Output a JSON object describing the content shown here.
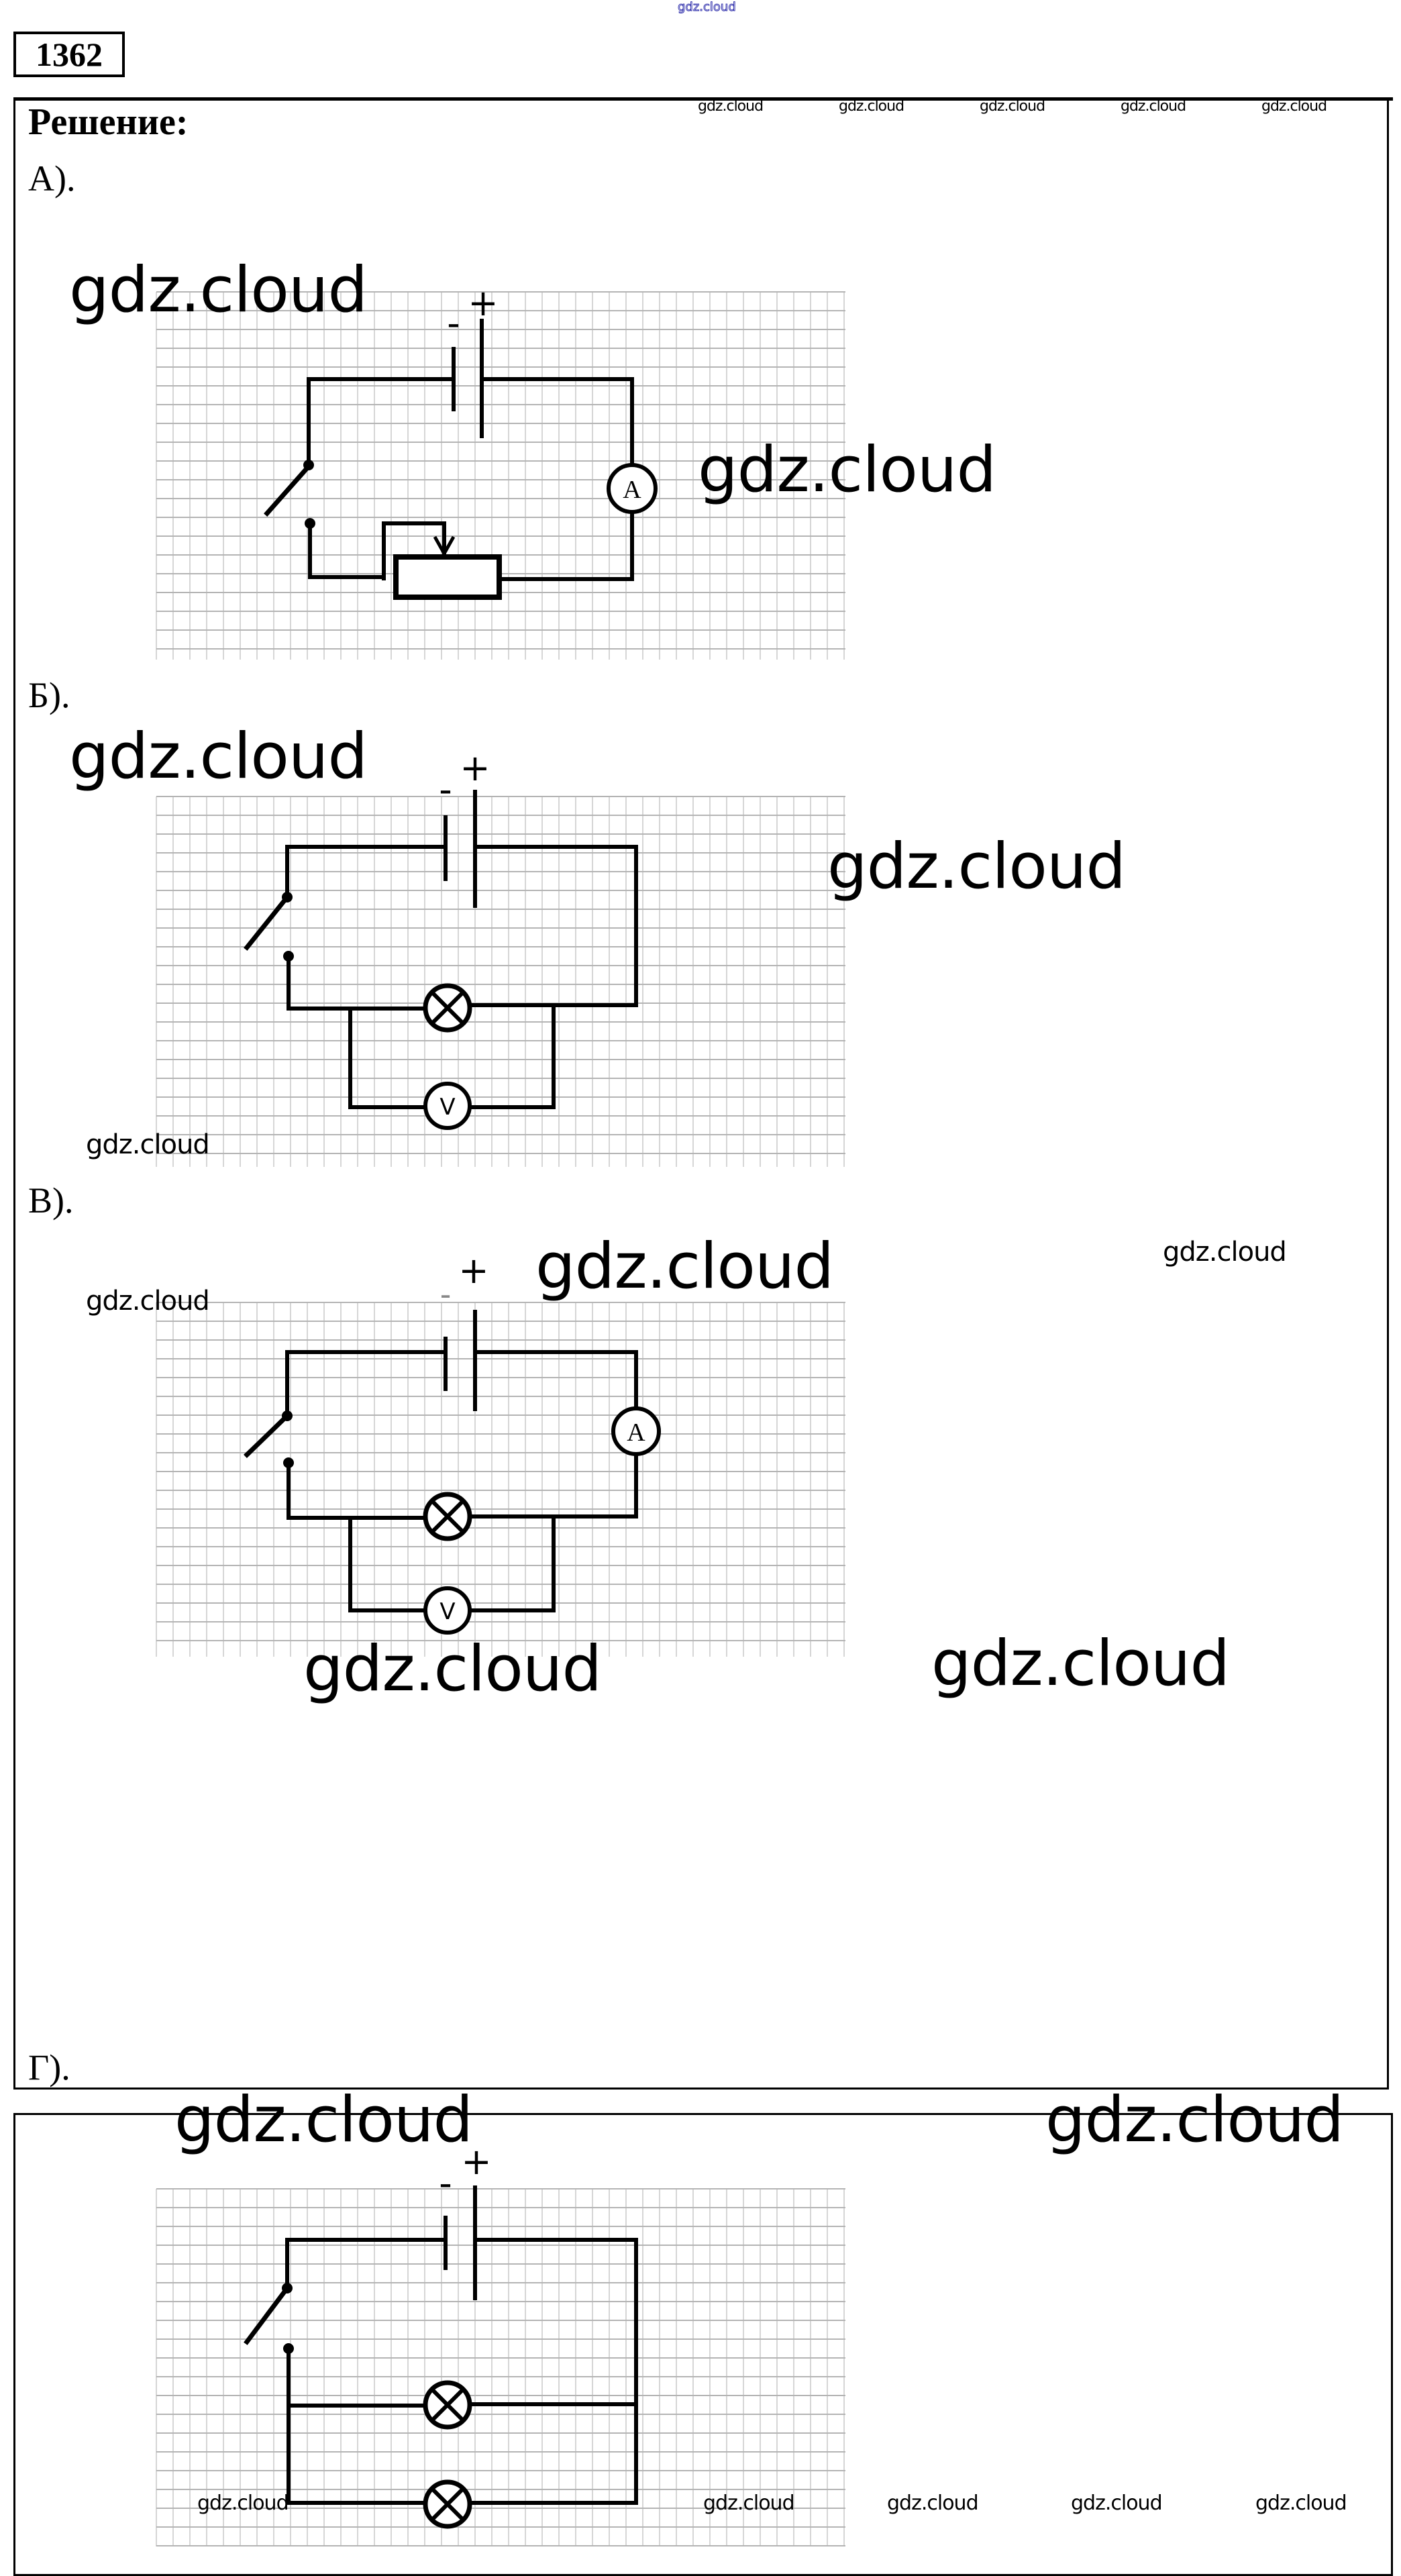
{
  "header": {
    "top_watermark": "gdz.cloud",
    "problem_number": "1362"
  },
  "solution": {
    "heading": "Решение:",
    "parts": [
      {
        "label": "А).",
        "components": [
          "battery",
          "switch",
          "rheostat",
          "ammeter"
        ],
        "polarity": {
          "minus": "-",
          "plus": "+"
        },
        "meter_labels": {
          "ammeter": "A"
        }
      },
      {
        "label": "Б).",
        "components": [
          "battery",
          "switch",
          "lamp",
          "voltmeter"
        ],
        "polarity": {
          "minus": "-",
          "plus": "+"
        },
        "meter_labels": {
          "voltmeter": "V"
        }
      },
      {
        "label": "В).",
        "components": [
          "battery",
          "switch",
          "ammeter",
          "lamp",
          "voltmeter"
        ],
        "polarity": {
          "minus": "-",
          "plus": "+"
        },
        "meter_labels": {
          "ammeter": "A",
          "voltmeter": "V"
        }
      },
      {
        "label": "Г).",
        "components": [
          "battery",
          "switch",
          "lamp",
          "lamp"
        ],
        "polarity": {
          "minus": "-",
          "plus": "+"
        }
      }
    ]
  },
  "watermarks": {
    "text": "gdz.cloud"
  }
}
